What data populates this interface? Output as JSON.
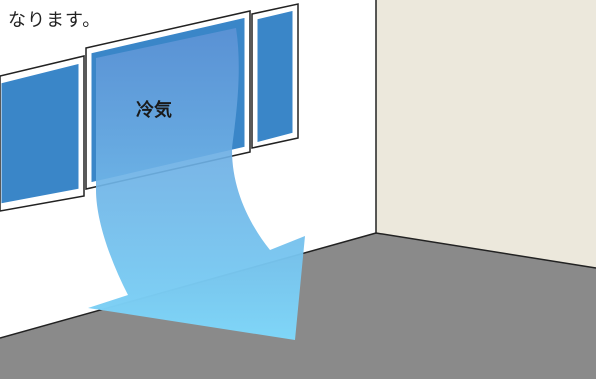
{
  "caption": "なります。",
  "airflow_label": "冷気",
  "colors": {
    "wall_left": "#ffffff",
    "wall_right": "#ece8dc",
    "floor": "#8a8a8a",
    "window_glass": "#3a86c8",
    "frame": "#222222",
    "cold_air_top": "#5f93d6",
    "cold_air_bottom": "#7fd6f8"
  },
  "icons": {
    "scene": "room-cold-air-window-illustration"
  }
}
